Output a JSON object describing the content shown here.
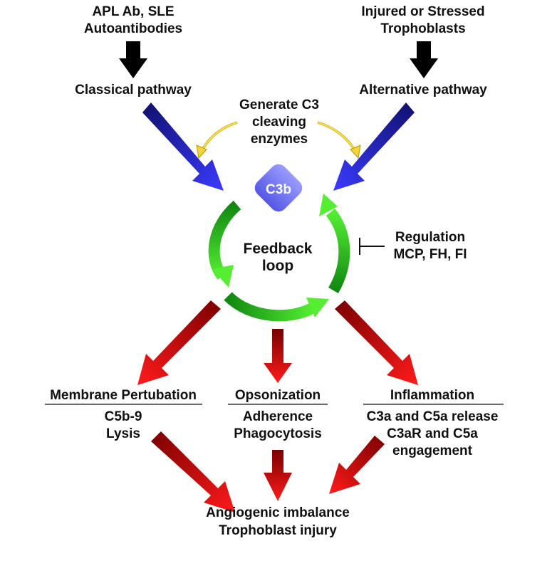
{
  "inputs": {
    "left": {
      "line1": "APL Ab, SLE",
      "line2": "Autoantibodies"
    },
    "right": {
      "line1": "Injured or Stressed",
      "line2": "Trophoblasts"
    }
  },
  "pathways": {
    "classical": "Classical pathway",
    "alternative": "Alternative pathway"
  },
  "enzymes_note": {
    "line1": "Generate C3",
    "line2": "cleaving",
    "line3": "enzymes"
  },
  "c3b_label": "C3b",
  "feedback": {
    "line1": "Feedback",
    "line2": "loop"
  },
  "regulation": {
    "line1": "Regulation",
    "line2": "MCP, FH, FI"
  },
  "outcomes": {
    "membrane": {
      "title": "Membrane Pertubation",
      "line1": "C5b-9",
      "line2": "Lysis"
    },
    "opsonization": {
      "title": "Opsonization",
      "line1": "Adherence",
      "line2": "Phagocytosis"
    },
    "inflammation": {
      "title": "Inflammation",
      "line1": "C3a and C5a release",
      "line2": "C3aR and C5a",
      "line3": "engagement"
    }
  },
  "final": {
    "line1": "Angiogenic imbalance",
    "line2": "Trophoblast injury"
  },
  "colors": {
    "black_arrow": "#000000",
    "blue_arrow_light": "#3a3aff",
    "blue_arrow_dark": "#10106e",
    "green_light": "#55ee33",
    "green_dark": "#118811",
    "red_light": "#ff1a1a",
    "red_dark": "#7a0000",
    "yellow_arrow": "#f2d33a",
    "c3b_fill": "#6a6cf0"
  }
}
